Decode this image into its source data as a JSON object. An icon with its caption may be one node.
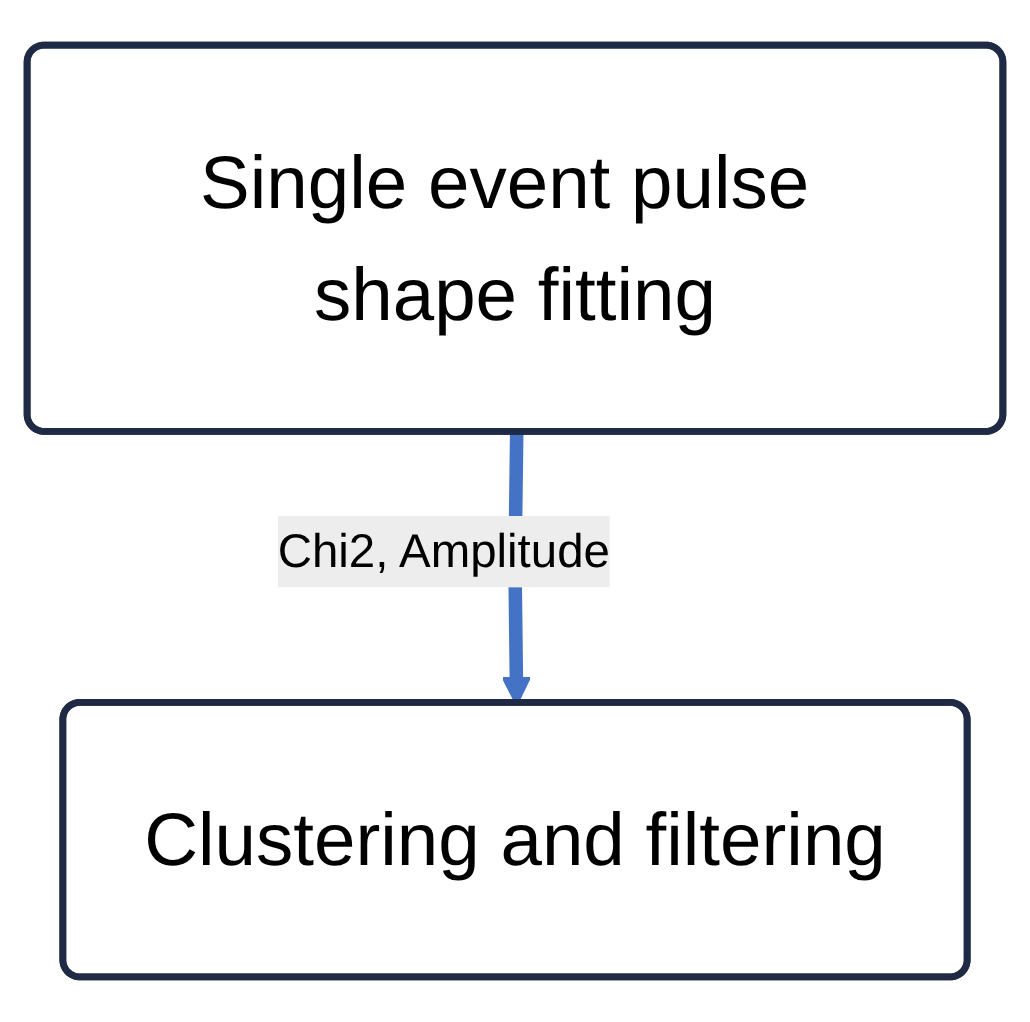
{
  "diagram": {
    "nodes": [
      {
        "text": [
          "Single event pulse shape fitting"
        ]
      },
      {
        "text": [
          "Clustering and filtering"
        ]
      }
    ],
    "edges": [
      {
        "from": 0,
        "to": 1,
        "arrow": "to",
        "label": "Chi2, Amplitude",
        "color": "#4472c4"
      }
    ]
  }
}
